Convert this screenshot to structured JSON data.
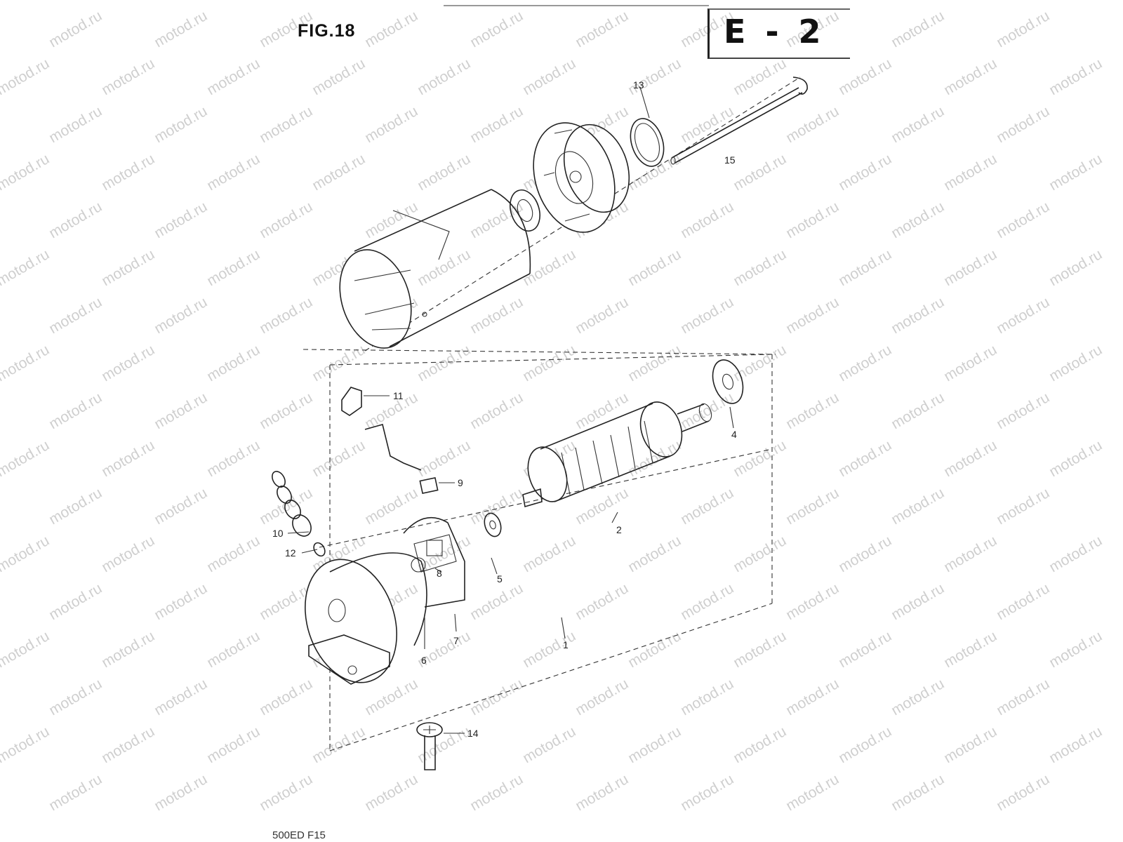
{
  "figure": {
    "label": "FIG.18",
    "section_code": "E - 2"
  },
  "footer_code": "500ED F15",
  "watermark": "motod.ru",
  "callouts": [
    "1",
    "2",
    "4",
    "5",
    "6",
    "7",
    "8",
    "9",
    "10",
    "11",
    "12",
    "13",
    "14",
    "15"
  ]
}
